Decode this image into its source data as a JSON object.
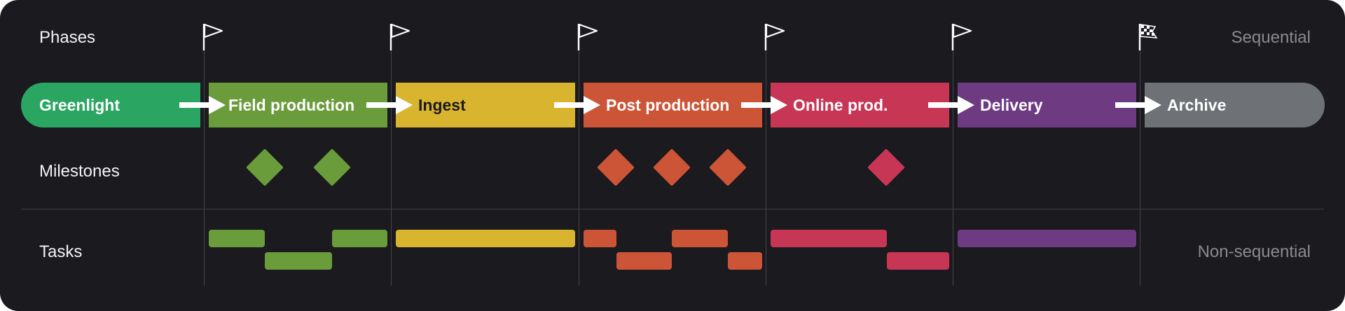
{
  "rows": {
    "phases_label": "Phases",
    "milestones_label": "Milestones",
    "tasks_label": "Tasks",
    "sequential_note": "Sequential",
    "non_sequential_note": "Non-sequential"
  },
  "phases": [
    {
      "label": "Greenlight",
      "color": "#2aa562",
      "text_color": "#ffffff"
    },
    {
      "label": "Field production",
      "color": "#6a9c3b",
      "text_color": "#ffffff"
    },
    {
      "label": "Ingest",
      "color": "#d9b52f",
      "text_color": "#1b1a1f"
    },
    {
      "label": "Post production",
      "color": "#cc5538",
      "text_color": "#ffffff"
    },
    {
      "label": "Online prod.",
      "color": "#c83656",
      "text_color": "#ffffff"
    },
    {
      "label": "Delivery",
      "color": "#6e3a82",
      "text_color": "#ffffff"
    },
    {
      "label": "Archive",
      "color": "#6e7175",
      "text_color": "#ffffff"
    }
  ],
  "flags": [
    "flag-icon",
    "flag-icon",
    "flag-icon",
    "flag-icon",
    "flag-icon",
    "checkered-flag-icon"
  ],
  "milestones": [
    {
      "phase": "Field production",
      "color": "#6a9c3b"
    },
    {
      "phase": "Field production",
      "color": "#6a9c3b"
    },
    {
      "phase": "Post production",
      "color": "#cc5538"
    },
    {
      "phase": "Post production",
      "color": "#cc5538"
    },
    {
      "phase": "Post production",
      "color": "#cc5538"
    },
    {
      "phase": "Online prod.",
      "color": "#c83656"
    }
  ],
  "tasks": [
    {
      "phase": "Field production",
      "color": "#6a9c3b"
    },
    {
      "phase": "Field production",
      "color": "#6a9c3b"
    },
    {
      "phase": "Field production",
      "color": "#6a9c3b"
    },
    {
      "phase": "Ingest",
      "color": "#d9b52f"
    },
    {
      "phase": "Post production",
      "color": "#cc5538"
    },
    {
      "phase": "Post production",
      "color": "#cc5538"
    },
    {
      "phase": "Post production",
      "color": "#cc5538"
    },
    {
      "phase": "Post production",
      "color": "#cc5538"
    },
    {
      "phase": "Online prod.",
      "color": "#c83656"
    },
    {
      "phase": "Online prod.",
      "color": "#c83656"
    },
    {
      "phase": "Delivery",
      "color": "#6e3a82"
    }
  ]
}
